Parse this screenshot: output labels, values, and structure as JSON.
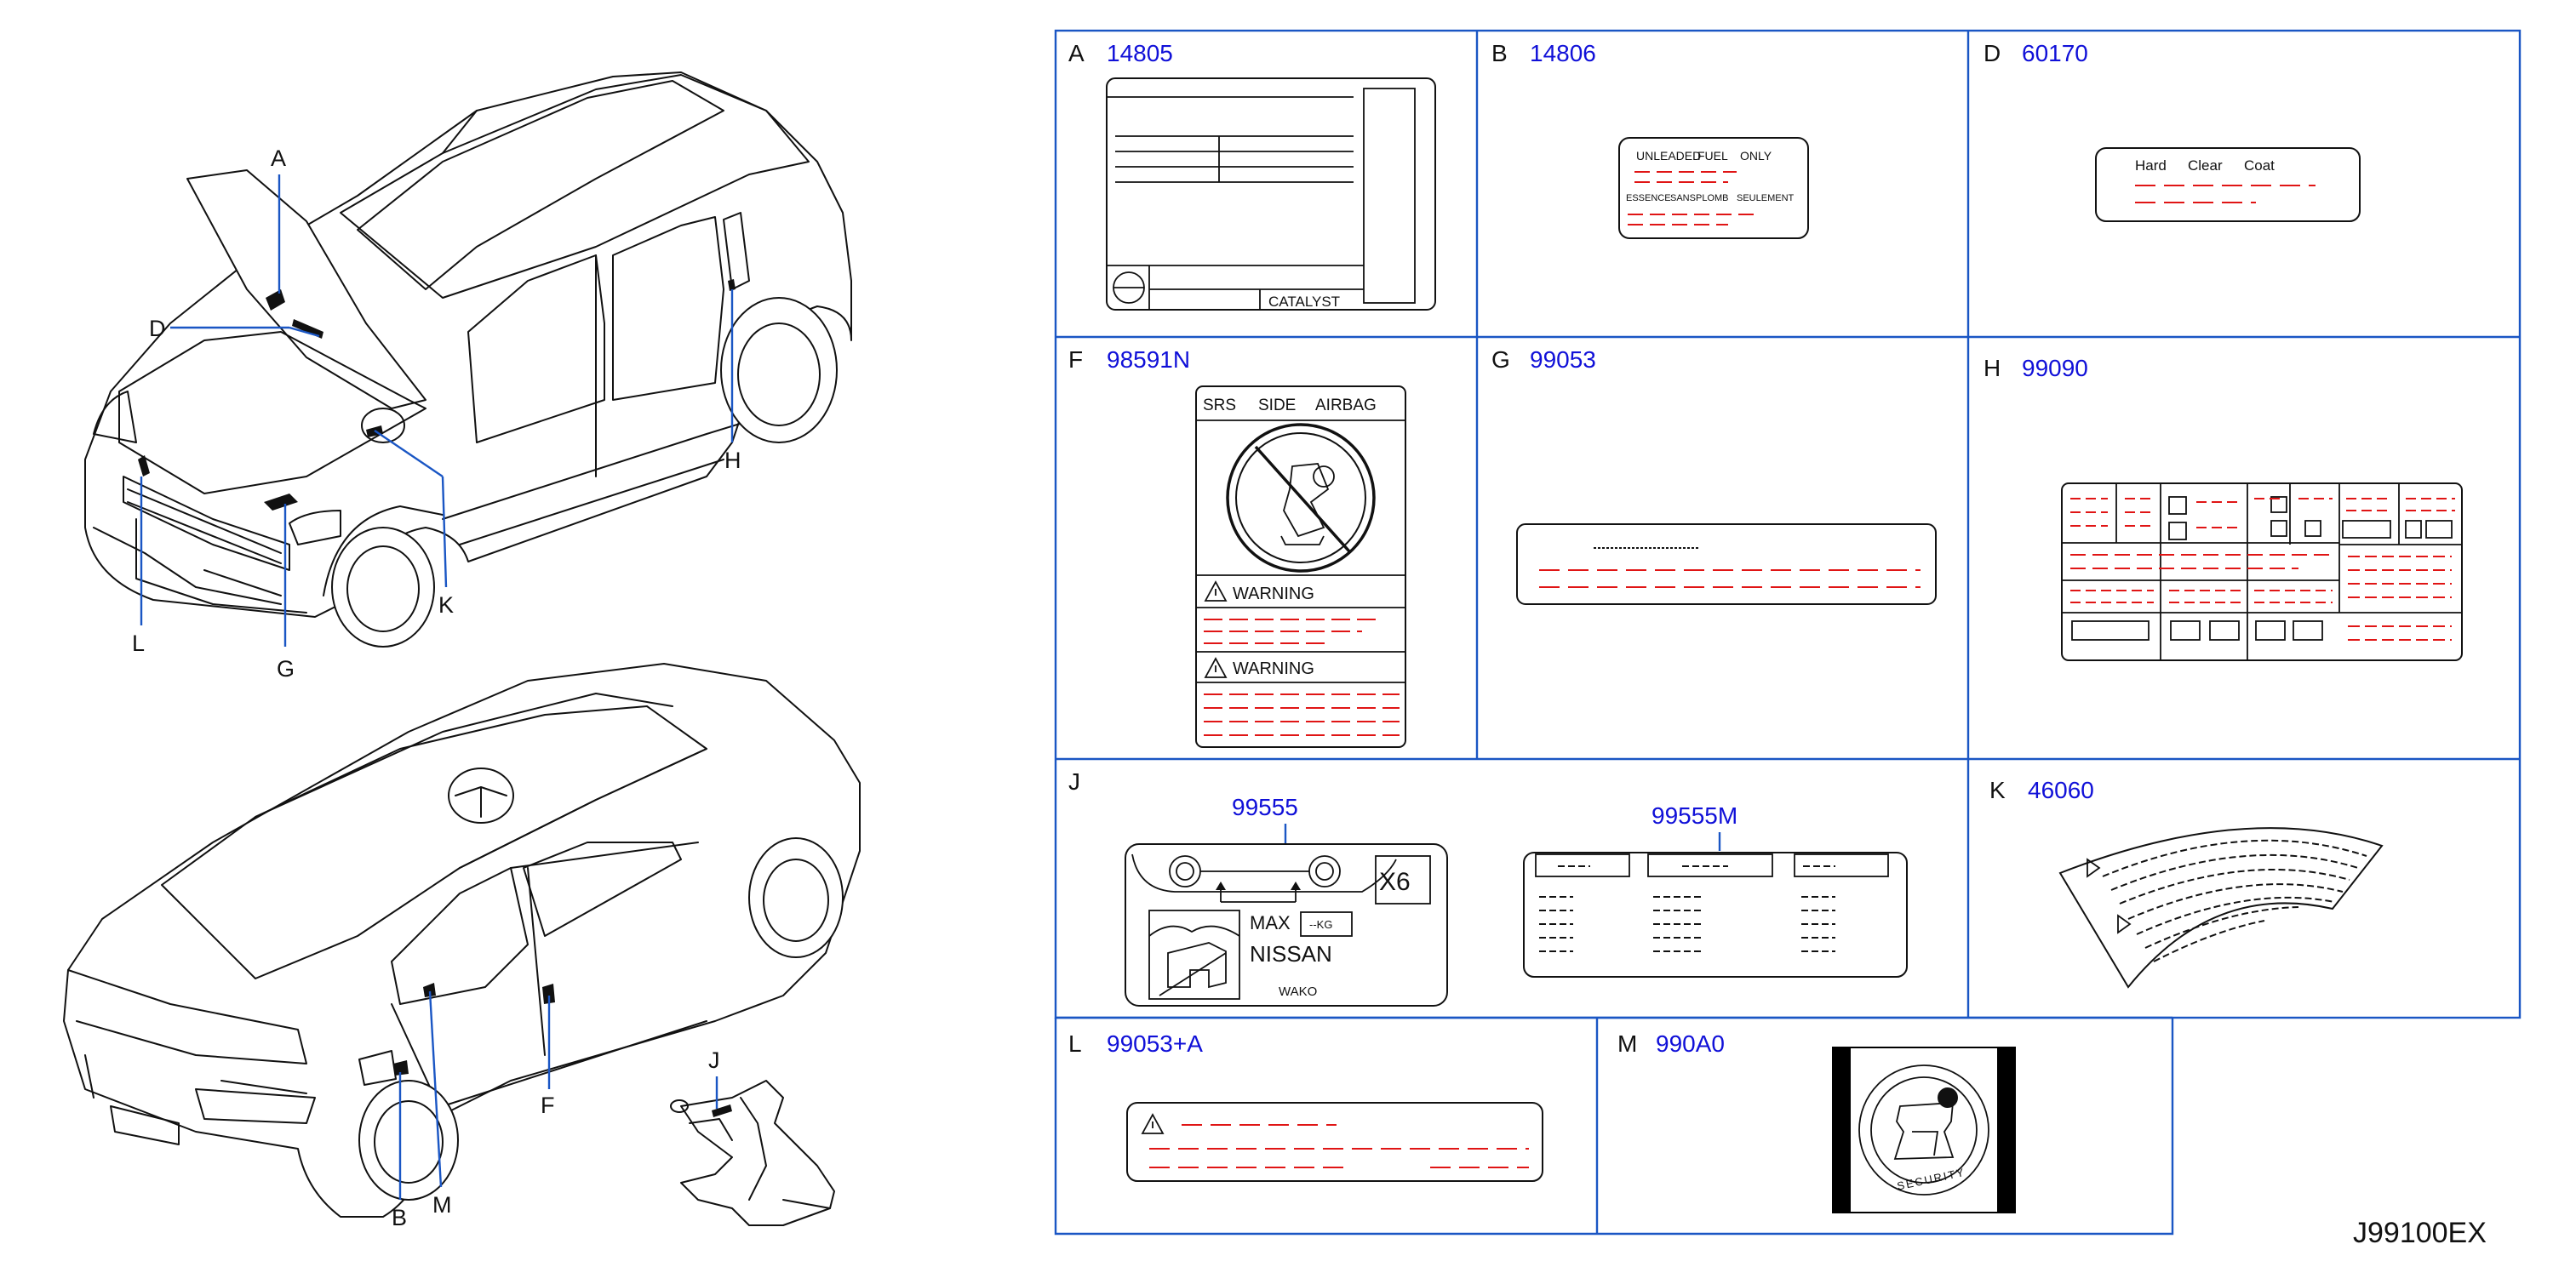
{
  "callouts": {
    "A": "A",
    "D": "D",
    "H": "H",
    "L": "L",
    "G": "G",
    "K": "K",
    "J": "J",
    "F": "F",
    "M": "M",
    "B": "B"
  },
  "cells": {
    "A": {
      "letter": "A",
      "part": "14805",
      "catalyst_text": "CATALYST"
    },
    "B": {
      "letter": "B",
      "part": "14806",
      "line1": [
        "UNLEADED",
        "FUEL",
        "ONLY"
      ],
      "line2": [
        "ESSENCE",
        "SANS",
        "PLOMB",
        "SEULEMENT"
      ]
    },
    "D": {
      "letter": "D",
      "part": "60170",
      "words": [
        "Hard",
        "Clear",
        "Coat"
      ]
    },
    "F": {
      "letter": "F",
      "part": "98591N",
      "header": [
        "SRS",
        "SIDE",
        "AIRBAG"
      ],
      "warning1": "WARNING",
      "warning2": "WARNING"
    },
    "G": {
      "letter": "G",
      "part": "99053"
    },
    "H": {
      "letter": "H",
      "part": "99090"
    },
    "J": {
      "letter": "J",
      "part_left": "99555",
      "part_right": "99555M",
      "x6": "X6",
      "max": "MAX",
      "kg": "--KG",
      "nissan": "NISSAN",
      "wako": "WAKO"
    },
    "K": {
      "letter": "K",
      "part": "46060"
    },
    "L": {
      "letter": "L",
      "part": "99053+A"
    },
    "M": {
      "letter": "M",
      "part": "990A0",
      "security": "SECURITY"
    }
  },
  "drawing_code": "J99100EX"
}
